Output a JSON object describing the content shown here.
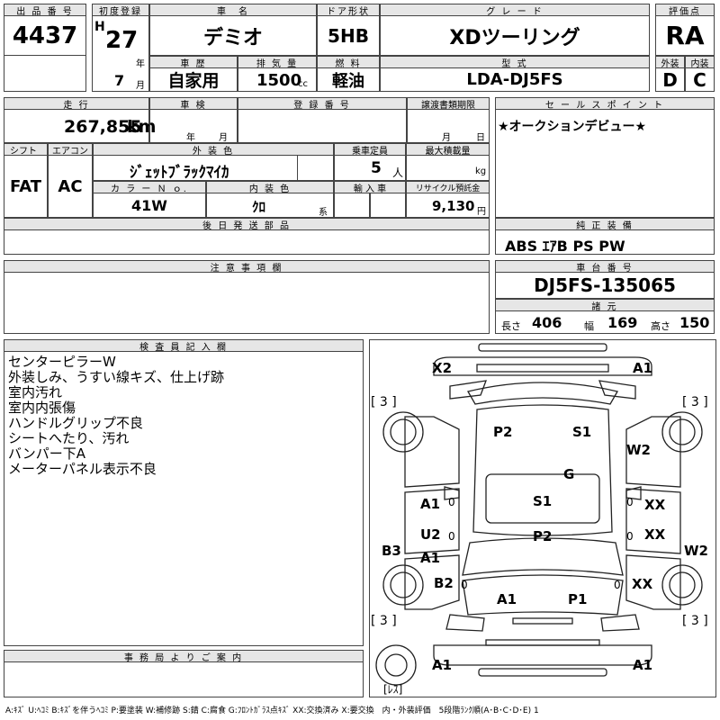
{
  "headers": {
    "lot_no": "出 品 番 号",
    "first_reg": "初度登録",
    "car_name": "車　名",
    "door_type": "ドア形状",
    "grade": "グ レ ー ド",
    "score": "評価点",
    "history": "車 歴",
    "displacement": "排 気 量",
    "fuel": "燃 料",
    "model": "型 式",
    "exterior": "外装",
    "interior": "内装",
    "mileage": "走 行",
    "inspection": "車 検",
    "reg_no": "登 録 番 号",
    "transfer_deadline": "譲渡書類期限",
    "sales_point": "セ ー ル ス ポ イ ン ト",
    "shift": "シフト",
    "aircon": "エアコン",
    "exterior_color": "外 装 色",
    "capacity": "乗車定員",
    "max_load": "最大積載量",
    "color_no": "カ ラ ー Ｎ ｏ.",
    "interior_color": "内 装 色",
    "import": "輸 入 車",
    "recycle": "リサイクル預託金",
    "later_parts": "後 日 発 送 部 品",
    "genuine_equip": "純 正 装 備",
    "caution": "注 意 事 項 欄",
    "chassis_no": "車 台 番 号",
    "dims": "諸 元",
    "inspector": "検 査 員 記 入 欄",
    "office": "事 務 局 よ り ご 案 内"
  },
  "vehicle": {
    "lot_no": "4437",
    "era": "H",
    "year": "27",
    "year_unit": "年",
    "month": "7",
    "month_unit": "月",
    "name": "デミオ",
    "door": "5HB",
    "grade": "XDツーリング",
    "score": "RA",
    "history": "自家用",
    "displacement": "1500",
    "displacement_unit": "cc",
    "fuel": "軽油",
    "model": "LDA-DJ5FS",
    "exterior_score": "D",
    "interior_score": "C",
    "mileage": "267,855",
    "mileage_unit": "km",
    "inspection_year_unit": "年",
    "inspection_month_unit": "月",
    "deadline_month_unit": "月",
    "deadline_day_unit": "日",
    "sales_point": "★オークションデビュー★",
    "shift": "FAT",
    "aircon": "AC",
    "exterior_color": "ｼﾞｪｯﾄﾌﾞﾗｯｸﾏｲｶ",
    "capacity": "5",
    "capacity_unit": "人",
    "max_load_unit": "kg",
    "color_no": "41W",
    "interior_color": "ｸﾛ",
    "interior_color_unit": "系",
    "recycle": "9,130",
    "recycle_unit": "円",
    "equipment": "ABS ｴｱB PS PW",
    "chassis_no": "DJ5FS-135065",
    "length_label": "長さ",
    "length": "406",
    "width_label": "幅",
    "width": "169",
    "height_label": "高さ",
    "height": "150"
  },
  "inspector_notes": [
    "センターピラーW",
    "外装しみ、うすい線キズ、仕上げ跡",
    "室内汚れ",
    "室内内張傷",
    "ハンドルグリップ不良",
    "シートへたり、汚れ",
    "バンパー下A",
    "メーターパネル表示不良"
  ],
  "diagram": {
    "labels": {
      "x2": "X2",
      "a1_tr": "A1",
      "p2_in": "P2",
      "s1_in": "S1",
      "w2_r": "W2",
      "g": "G",
      "a1_l": "A1",
      "xx_r1": "XX",
      "s1_c": "S1",
      "u2": "U2",
      "a1_l2": "A1",
      "xx_r2": "XX",
      "p2_c": "P2",
      "b3": "B3",
      "w2_r2": "W2",
      "b2": "B2",
      "xx_r3": "XX",
      "a1_bl": "A1",
      "p1": "P1",
      "a1_fl": "A1",
      "a1_fr": "A1",
      "zero1": "0",
      "zero2": "0",
      "zero3": "0",
      "zero4": "0",
      "zero5": "0",
      "zero6": "0"
    },
    "tire_tl": "[ 3 ]",
    "tire_tr": "[ 3 ]",
    "tire_bl": "[ 3 ]",
    "tire_br": "[ 3 ]",
    "spare": "[ﾚｽ]"
  },
  "legend": "A:ｷｽﾞ U:ﾍｺﾐ B:ｷｽﾞを伴うﾍｺﾐ P:要塗装 W:補修跡 S:錆 C:腐食 G:ﾌﾛﾝﾄｶﾞﾗｽ点ｷｽﾞ XX:交換済み X:要交換　内・外装評価　5段階ﾗﾝｸ順(A･B･C･D･E) 1"
}
